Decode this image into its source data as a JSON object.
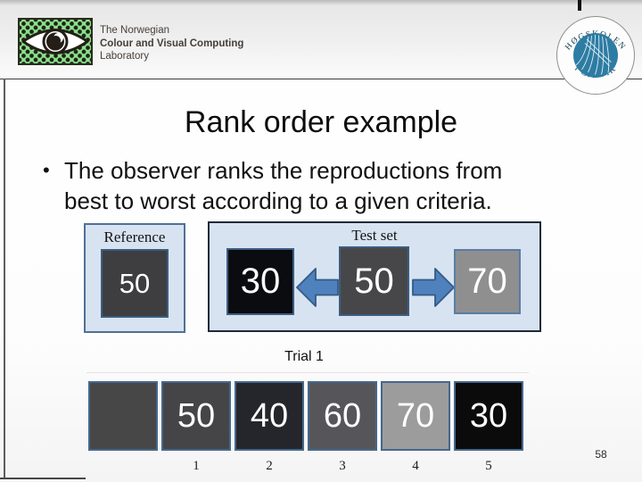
{
  "header": {
    "lab_name_line1": "The Norwegian",
    "lab_name_line2": "Colour and Visual Computing",
    "lab_name_line3": "Laboratory",
    "seal_top": "HØGSKOLEN",
    "seal_bottom": "I GJØVIK"
  },
  "slide": {
    "title": "Rank order example",
    "bullet_glyph": "•",
    "bullet_line1": "The observer ranks the reproductions from",
    "bullet_line2": "best to worst according to a given criteria.",
    "page_number": "58"
  },
  "figure": {
    "reference_panel": {
      "label": "Reference",
      "patch": {
        "value": "50",
        "color": "#3e3e40"
      }
    },
    "test_panel": {
      "label": "Test set",
      "patches": [
        {
          "value": "30",
          "color": "#0b0c10"
        },
        {
          "value": "50",
          "color": "#47474a"
        },
        {
          "value": "70",
          "color": "#8f8f8f"
        }
      ]
    },
    "trial_label": "Trial 1",
    "trial_row": [
      {
        "value": "",
        "color": "#474747",
        "rank": ""
      },
      {
        "value": "50",
        "color": "#454547",
        "rank": "1"
      },
      {
        "value": "40",
        "color": "#24262b",
        "rank": "2"
      },
      {
        "value": "60",
        "color": "#56565a",
        "rank": "3"
      },
      {
        "value": "70",
        "color": "#9c9c9c",
        "rank": "4"
      },
      {
        "value": "30",
        "color": "#0b0b0b",
        "rank": "5"
      }
    ]
  },
  "colors": {
    "arrow_blue": "#4f81bd",
    "arrow_border": "#335a85",
    "panel_bg": "#d7e3f1",
    "patch_border": "#45688c",
    "seal_blue": "#2e7ca3",
    "logo_green": "#8ce08a"
  }
}
